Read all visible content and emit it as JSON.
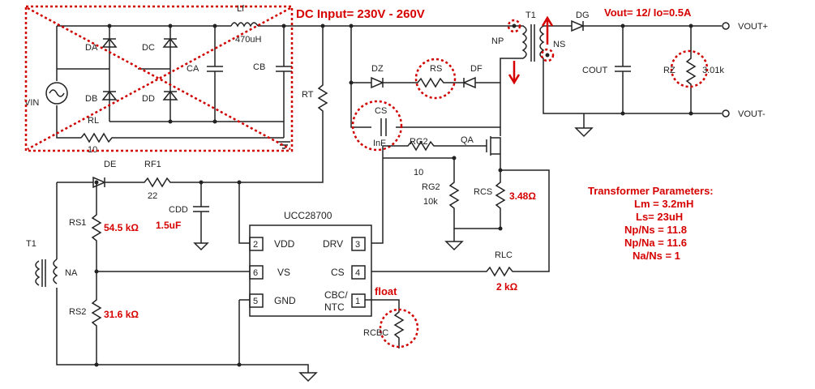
{
  "heading": {
    "dc_input": "DC Input= 230V - 260V",
    "vout": "Vout= 12/ Io=0.5A"
  },
  "transformer_params": {
    "title": "Transformer Parameters:",
    "lines": [
      "Lm = 3.2mH",
      "Ls= 23uH",
      "Np/Ns = 11.8",
      "Np/Na = 11.6",
      "Na/Ns = 1"
    ]
  },
  "ic": {
    "name": "UCC28700",
    "pins": {
      "vdd": {
        "num": "2",
        "label": "VDD"
      },
      "vs": {
        "num": "6",
        "label": "VS"
      },
      "gnd": {
        "num": "5",
        "label": "GND"
      },
      "drv": {
        "num": "3",
        "label": "DRV"
      },
      "cs": {
        "num": "4",
        "label": "CS"
      },
      "cbc": {
        "num": "1",
        "label1": "CBC/",
        "label2": "NTC"
      }
    }
  },
  "components": {
    "lf": "Lf",
    "lf_value": "470uH",
    "da": "DA",
    "db": "DB",
    "dc": "DC",
    "dd": "DD",
    "ca": "CA",
    "cb": "CB",
    "vin": "VIN",
    "rl": "RL",
    "rl_value": "10",
    "rt": "RT",
    "dz": "DZ",
    "rs": "RS",
    "df": "DF",
    "cs_cap": "CS",
    "cs_value": "InF",
    "t1": "T1",
    "np": "NP",
    "ns": "NS",
    "dg": "DG",
    "cout": "COUT",
    "rz": "RZ",
    "rz_value": "3.01k",
    "vout_plus": "VOUT+",
    "vout_minus": "VOUT-",
    "qa": "QA",
    "rg2_a": "RG2",
    "rg2_a_value": "10",
    "rg2_b": "RG2",
    "rg2_b_value": "10k",
    "rcs": "RCS",
    "rcs_value": "3.48Ω",
    "de": "DE",
    "rf1": "RF1",
    "rf1_value": "22",
    "cdd": "CDD",
    "cdd_value": "1.5uF",
    "rs1": "RS1",
    "rs1_value": "54.5 kΩ",
    "rs2": "RS2",
    "rs2_value": "31.6 kΩ",
    "t1_aux": "T1",
    "na": "NA",
    "rlc": "RLC",
    "rlc_value": "2 kΩ",
    "float": "float",
    "rcbc": "RCBC"
  },
  "colors": {
    "wire": "#222222",
    "annotation": "#d00000"
  }
}
